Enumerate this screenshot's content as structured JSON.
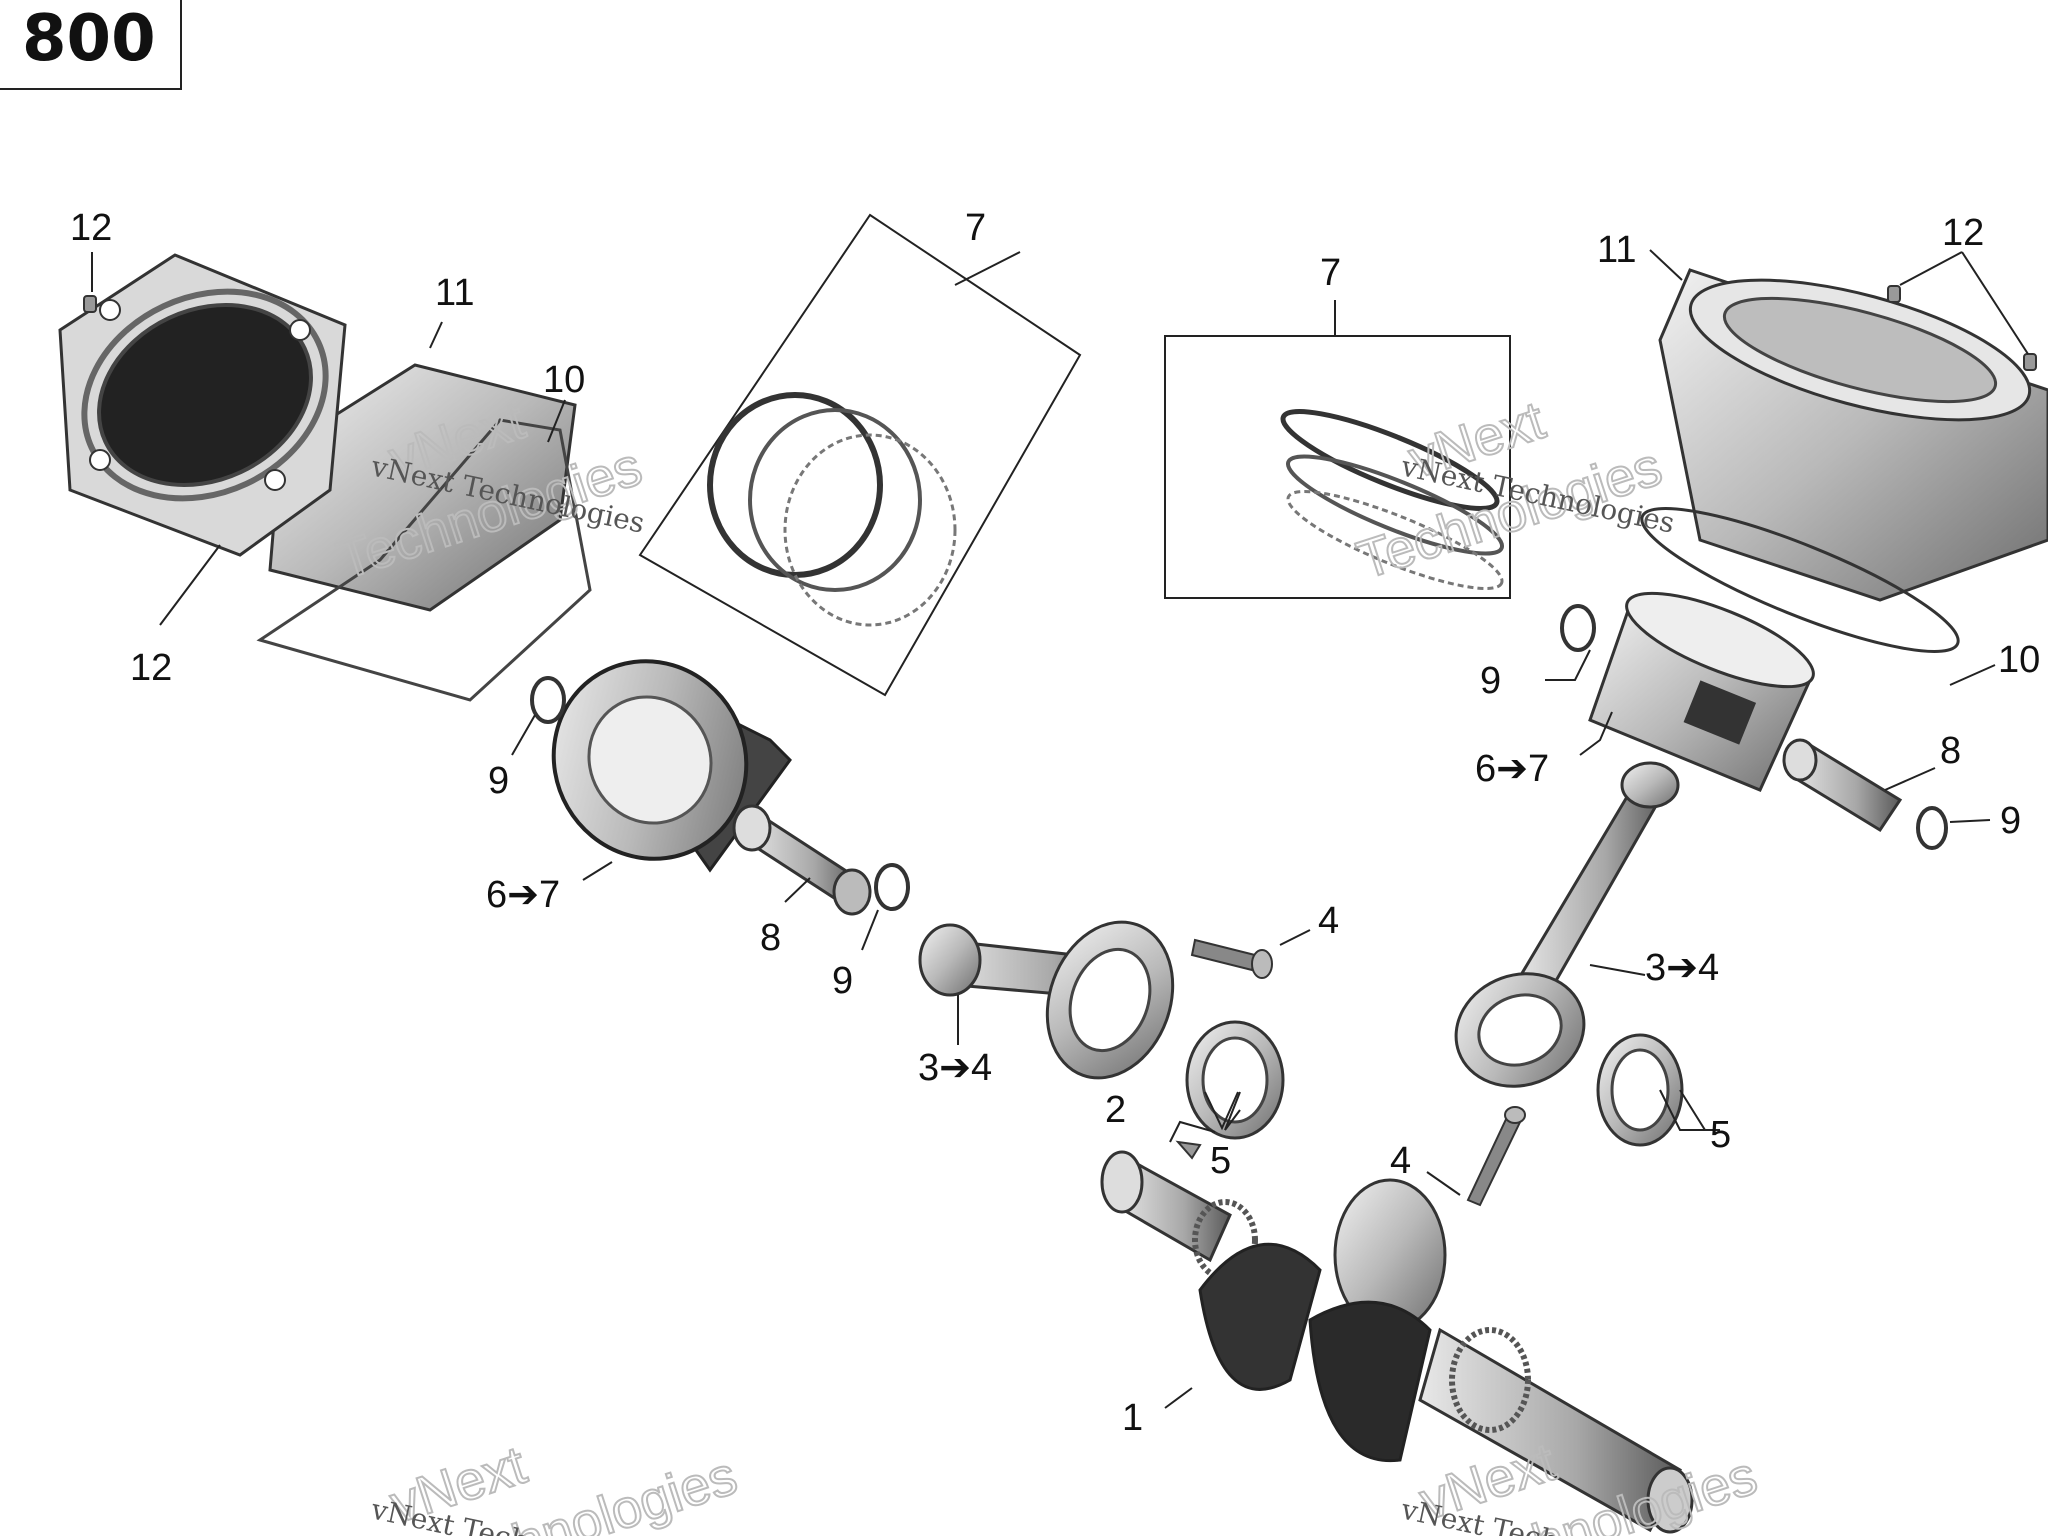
{
  "model_label": "800",
  "callouts": {
    "c12_tl": "12",
    "c11_l": "11",
    "c10_l": "10",
    "c12_bl": "12",
    "c7_l": "7",
    "c7_r": "7",
    "c11_r": "11",
    "c12_tr": "12",
    "c10_r": "10",
    "c9_r_top": "9",
    "c67_r": "6➔7",
    "c8_r": "8",
    "c9_r_bot": "9",
    "c9_l": "9",
    "c67_l": "6➔7",
    "c8_l": "8",
    "c9_l2": "9",
    "c4_bolt": "4",
    "c34_l": "3➔4",
    "c2": "2",
    "c5_l": "5",
    "c34_r": "3➔4",
    "c5_r": "5",
    "c4_r": "4",
    "c1": "1"
  },
  "watermarks": {
    "line1": "vNext Technologies",
    "line2": "vNext",
    "line3": "Technologies"
  }
}
